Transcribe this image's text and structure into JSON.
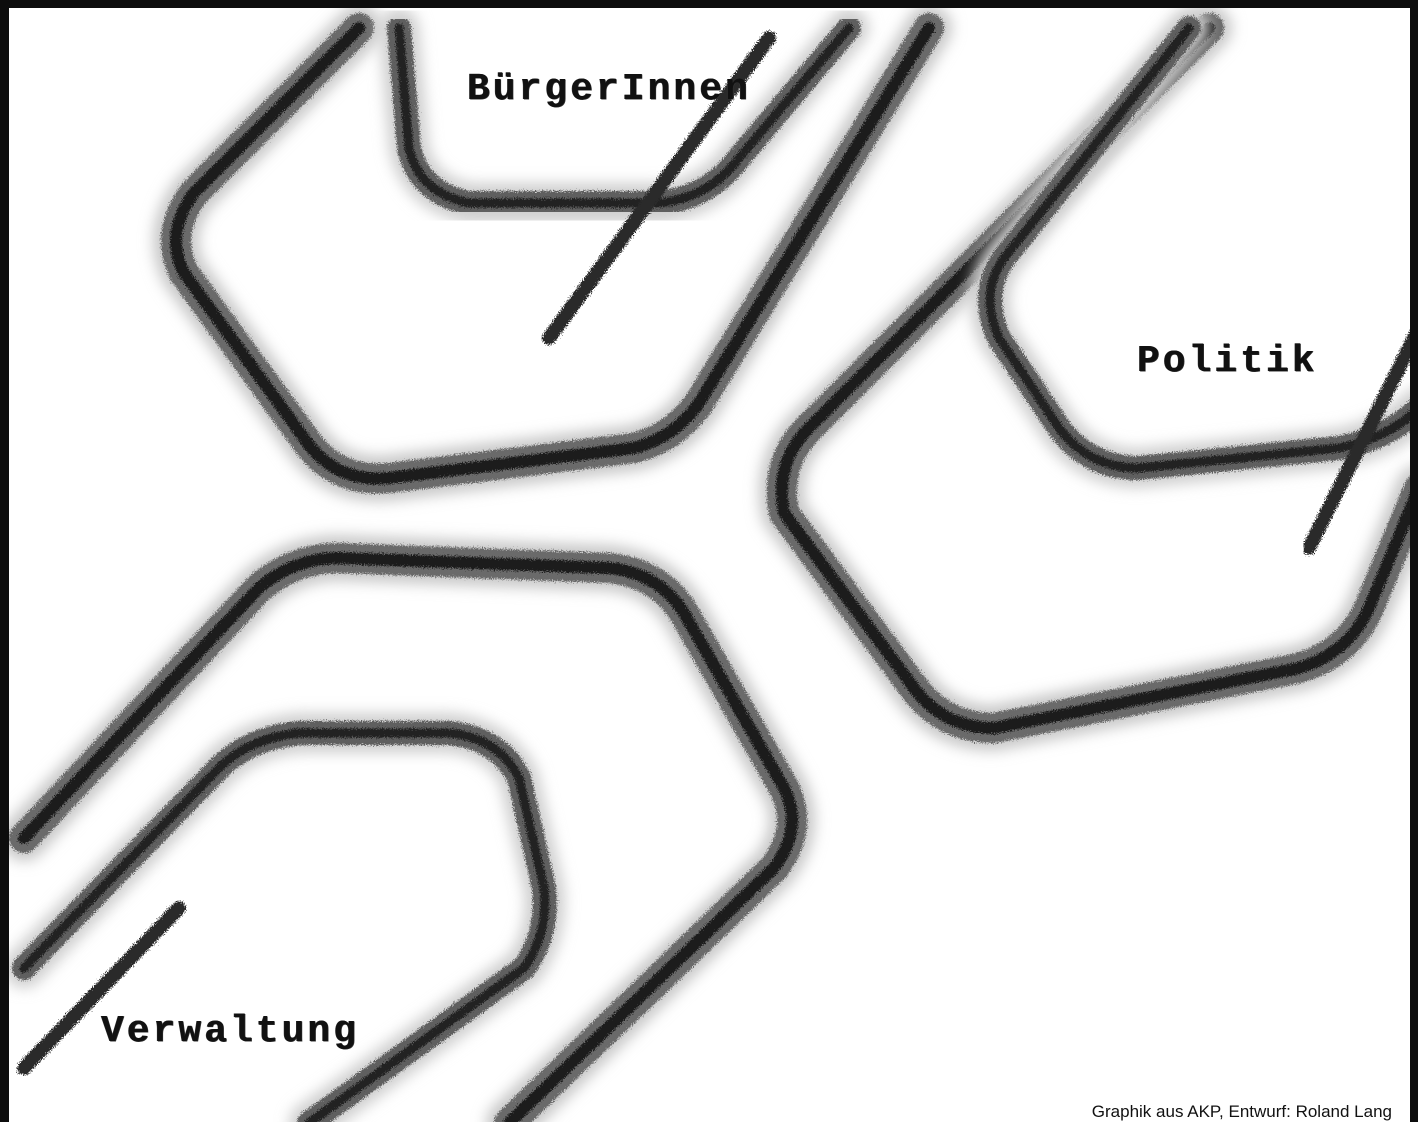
{
  "labels": {
    "top": "BürgerInnen",
    "right": "Politik",
    "bottom_left": "Verwaltung"
  },
  "credit": "Graphik aus AKP, Entwurf: Roland Lang",
  "colors": {
    "background": "#ffffff",
    "stroke_dark": "#1a1a1a",
    "stroke_mid": "#6e6e6e",
    "stroke_light": "#bdbdbd",
    "border": "#0d0d0d"
  },
  "icons": [
    "paperclip-graphic"
  ]
}
